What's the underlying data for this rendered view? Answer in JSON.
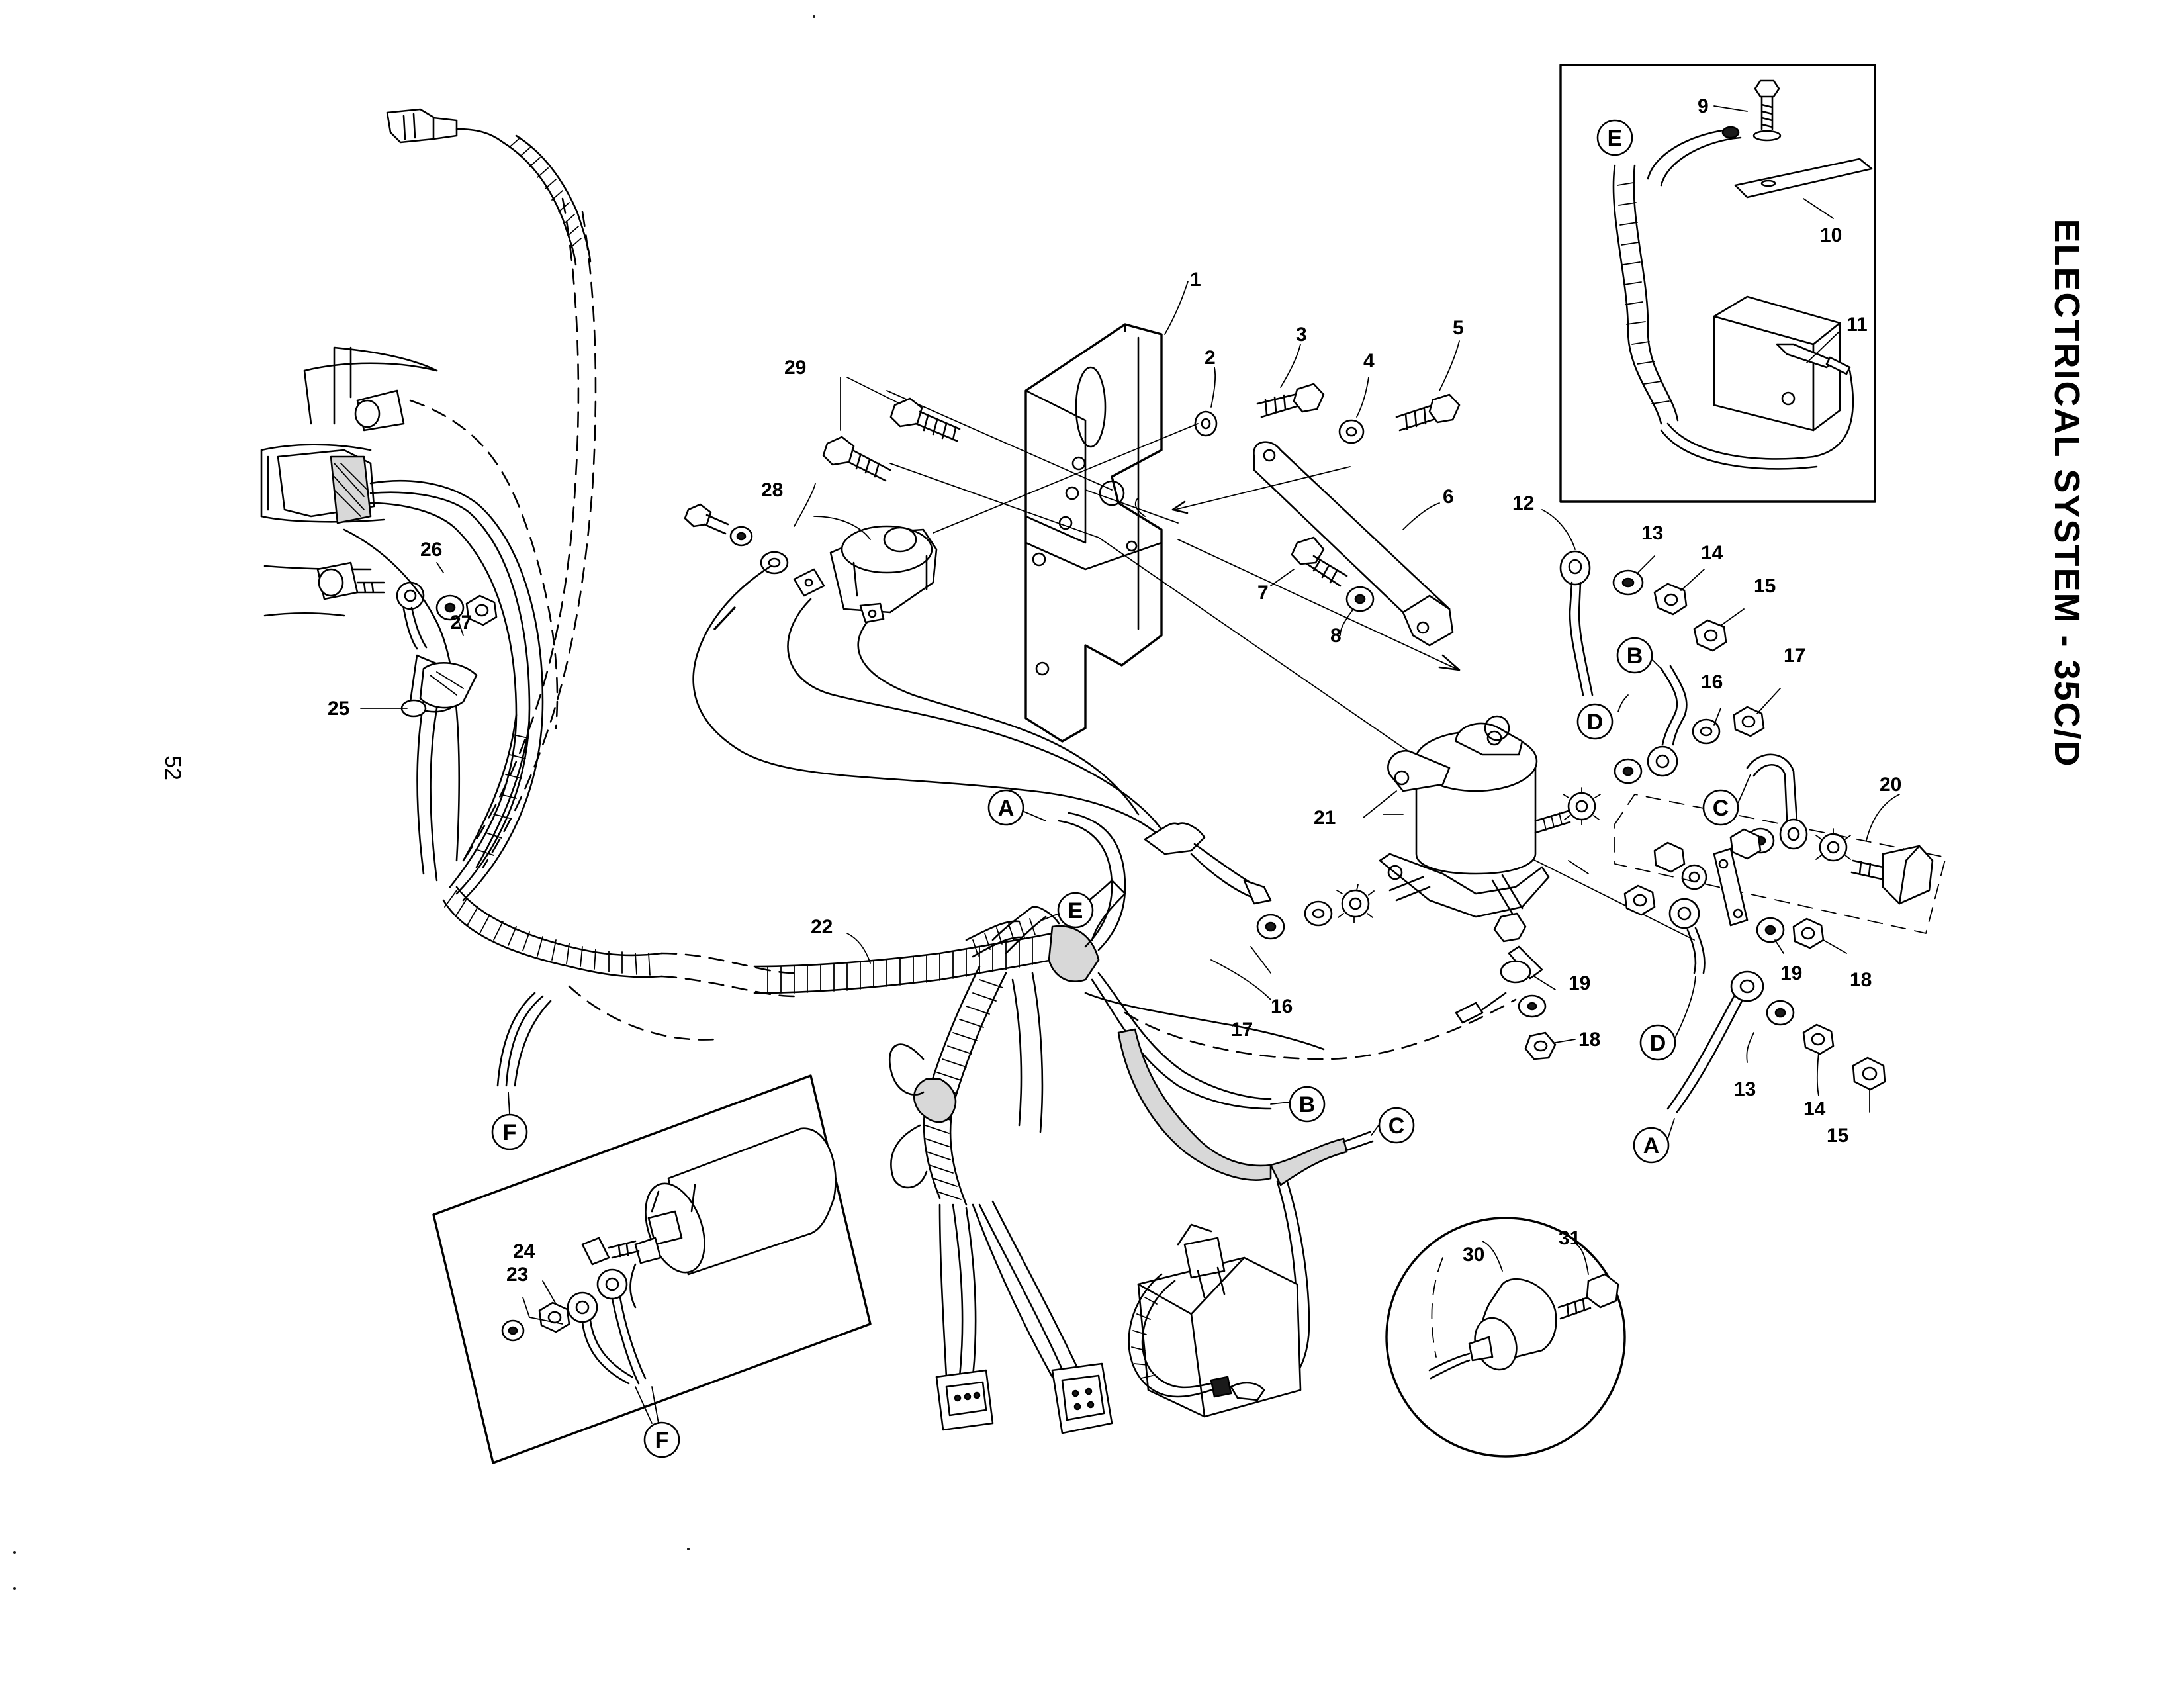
{
  "title": "ELECTRICAL SYSTEM - 35C/D",
  "page_number": "52",
  "callouts": [
    {
      "id": "c1",
      "text": "1"
    },
    {
      "id": "c2",
      "text": "2"
    },
    {
      "id": "c3",
      "text": "3"
    },
    {
      "id": "c4",
      "text": "4"
    },
    {
      "id": "c5",
      "text": "5"
    },
    {
      "id": "c6",
      "text": "6"
    },
    {
      "id": "c7",
      "text": "7"
    },
    {
      "id": "c8",
      "text": "8"
    },
    {
      "id": "c9",
      "text": "9"
    },
    {
      "id": "c10",
      "text": "10"
    },
    {
      "id": "c11",
      "text": "11"
    },
    {
      "id": "c12",
      "text": "12"
    },
    {
      "id": "c13a",
      "text": "13"
    },
    {
      "id": "c14a",
      "text": "14"
    },
    {
      "id": "c15a",
      "text": "15"
    },
    {
      "id": "c16a",
      "text": "16"
    },
    {
      "id": "c17a",
      "text": "17"
    },
    {
      "id": "c20",
      "text": "20"
    },
    {
      "id": "c21",
      "text": "21"
    },
    {
      "id": "c18a",
      "text": "18"
    },
    {
      "id": "c19a",
      "text": "19"
    },
    {
      "id": "c16b",
      "text": "16"
    },
    {
      "id": "c17b",
      "text": "17"
    },
    {
      "id": "c19b",
      "text": "19"
    },
    {
      "id": "c18b",
      "text": "18"
    },
    {
      "id": "c13b",
      "text": "13"
    },
    {
      "id": "c14b",
      "text": "14"
    },
    {
      "id": "c15b",
      "text": "15"
    },
    {
      "id": "c22",
      "text": "22"
    },
    {
      "id": "c23",
      "text": "23"
    },
    {
      "id": "c24",
      "text": "24"
    },
    {
      "id": "c25",
      "text": "25"
    },
    {
      "id": "c26",
      "text": "26"
    },
    {
      "id": "c27",
      "text": "27"
    },
    {
      "id": "c28",
      "text": "28"
    },
    {
      "id": "c29",
      "text": "29"
    },
    {
      "id": "c30",
      "text": "30"
    },
    {
      "id": "c31",
      "text": "31"
    }
  ],
  "connectors": {
    "A": "A",
    "B": "B",
    "C": "C",
    "D": "D",
    "E": "E",
    "F": "F"
  }
}
